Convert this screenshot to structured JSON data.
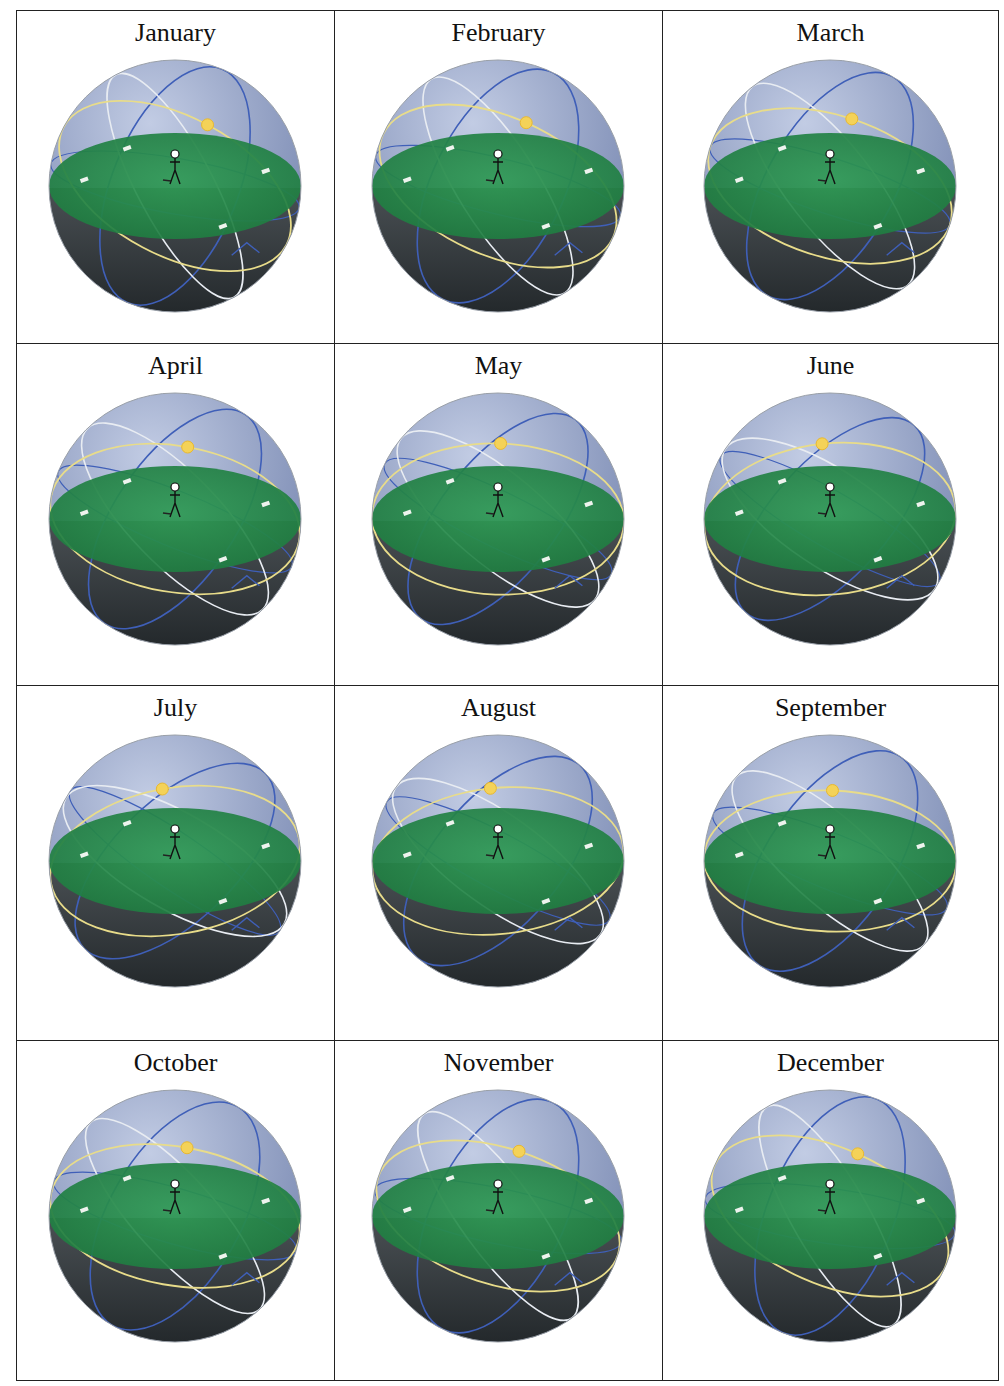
{
  "diagram": {
    "nodes": [
      {
        "text": [
          "January"
        ]
      },
      {
        "text": [
          "February"
        ]
      },
      {
        "text": [
          "March"
        ]
      },
      {
        "text": [
          "April"
        ]
      },
      {
        "text": [
          "May"
        ]
      },
      {
        "text": [
          "June"
        ]
      },
      {
        "text": [
          "July"
        ]
      },
      {
        "text": [
          "August"
        ]
      },
      {
        "text": [
          "September"
        ]
      },
      {
        "text": [
          "October"
        ]
      },
      {
        "text": [
          "November"
        ]
      },
      {
        "text": [
          "December"
        ]
      }
    ]
  }
}
